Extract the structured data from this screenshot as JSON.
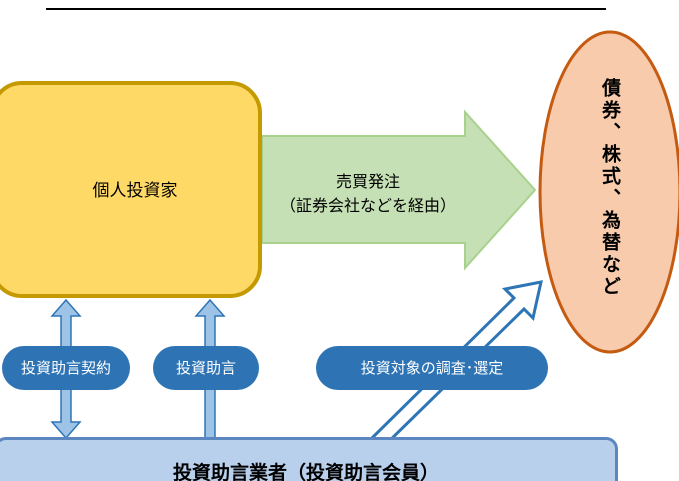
{
  "investor": {
    "label": "個人投資家"
  },
  "order": {
    "line1": "売買発注",
    "line2": "（証券会社などを経由）"
  },
  "target": {
    "label": "債券、株式、為替など"
  },
  "pills": {
    "contract": "投資助言契約",
    "advice": "投資助言",
    "research": "投資対象の調査･選定"
  },
  "advisor": {
    "label": "投資助言業者（投資助言会員）"
  },
  "colors": {
    "investor_fill": "#ffd966",
    "investor_border": "#c59a00",
    "arrow_green": "#c5e0b4",
    "arrow_green_border": "#a9d18e",
    "oval_fill": "#f8cbad",
    "oval_border": "#c55a11",
    "pill_blue": "#2e74b5",
    "arrow_blue_fill": "#9dc3e6",
    "arrow_blue_border": "#2e75b6",
    "advisor_fill": "#b9d0ec",
    "advisor_border": "#5b86bf"
  }
}
